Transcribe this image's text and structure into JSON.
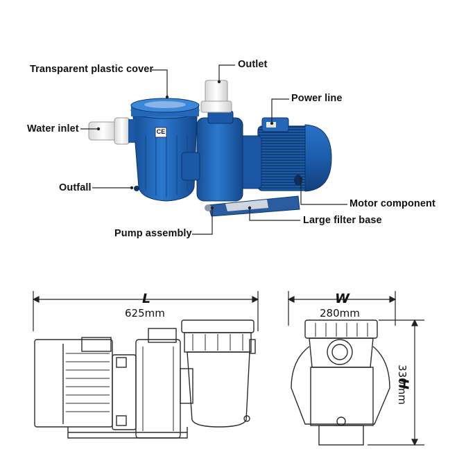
{
  "callouts": {
    "transparent_cover": "Transparent plastic cover",
    "outlet": "Outlet",
    "power_line": "Power line",
    "water_inlet": "Water inlet",
    "outfall": "Outfall",
    "motor_component": "Motor component",
    "large_filter_base": "Large filter base",
    "pump_assembly": "Pump assembly"
  },
  "badge": "CE",
  "dimensions": {
    "length_symbol": "L",
    "length_value": "625mm",
    "width_symbol": "W",
    "width_value": "280mm",
    "height_symbol": "H",
    "height_value": "330mm"
  },
  "colors": {
    "pump_blue": "#1f64b8",
    "pump_dark": "#0f3f7e",
    "fitting_white": "#f1f1f1",
    "line": "#222222"
  }
}
